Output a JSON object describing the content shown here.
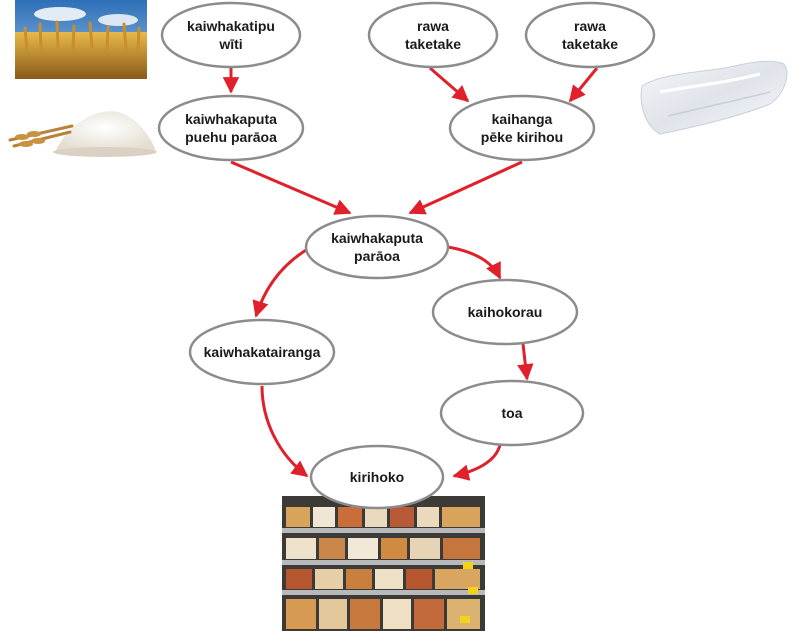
{
  "colors": {
    "node_stroke": "#8c8c8c",
    "node_fill": "#ffffff",
    "arrow": "#e0202a",
    "text": "#1a1a1a"
  },
  "nodes": [
    {
      "id": "wheat-farmer",
      "lines": [
        "kaiwhakatipu",
        "wīti"
      ]
    },
    {
      "id": "raw-material-1",
      "lines": [
        "rawa",
        "taketake"
      ]
    },
    {
      "id": "raw-material-2",
      "lines": [
        "rawa",
        "taketake"
      ]
    },
    {
      "id": "flour-maker",
      "lines": [
        "kaiwhakaputa",
        "puehu parāoa"
      ]
    },
    {
      "id": "bag-maker",
      "lines": [
        "kaihanga",
        "pēke kirihou"
      ]
    },
    {
      "id": "bread-maker",
      "lines": [
        "kaiwhakaputa",
        "parāoa"
      ]
    },
    {
      "id": "wholesaler",
      "lines": [
        "kaihokorau"
      ]
    },
    {
      "id": "marketer",
      "lines": [
        "kaiwhakatairanga"
      ]
    },
    {
      "id": "shop",
      "lines": [
        "toa"
      ]
    },
    {
      "id": "customer",
      "lines": [
        "kirihoko"
      ]
    }
  ],
  "edges": [
    {
      "from": "wheat-farmer",
      "to": "flour-maker"
    },
    {
      "from": "raw-material-1",
      "to": "bag-maker"
    },
    {
      "from": "raw-material-2",
      "to": "bag-maker"
    },
    {
      "from": "flour-maker",
      "to": "bread-maker"
    },
    {
      "from": "bag-maker",
      "to": "bread-maker"
    },
    {
      "from": "bread-maker",
      "to": "marketer"
    },
    {
      "from": "bread-maker",
      "to": "wholesaler"
    },
    {
      "from": "wholesaler",
      "to": "shop"
    },
    {
      "from": "marketer",
      "to": "customer"
    },
    {
      "from": "shop",
      "to": "customer"
    }
  ],
  "images": [
    {
      "id": "wheat-field",
      "icon": "wheat-field-image"
    },
    {
      "id": "flour-pile",
      "icon": "flour-pile-image"
    },
    {
      "id": "plastic-bag",
      "icon": "plastic-bag-image"
    },
    {
      "id": "bread-shelves",
      "icon": "bread-shelves-image"
    }
  ]
}
